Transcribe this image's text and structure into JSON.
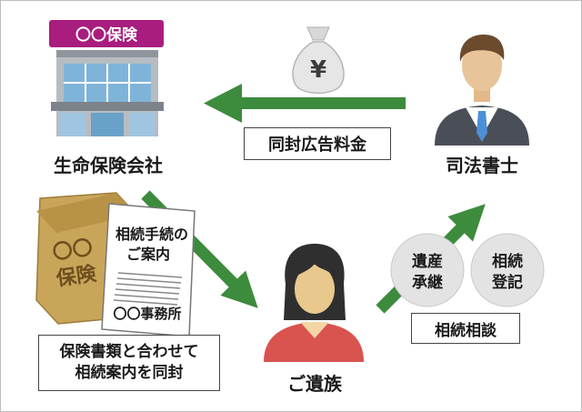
{
  "insurance_sign": "〇〇保険",
  "insurance_company": "生命保険会社",
  "judicial_scrivener": "司法書士",
  "ad_fee": "同封広告料金",
  "yen_symbol": "¥",
  "envelope_text": "〇〇\n保険",
  "document": {
    "title_line1": "相続手続の",
    "title_line2": "ご案内",
    "office": "〇〇事務所"
  },
  "enclosure_note": {
    "line1": "保険書類と合わせて",
    "line2": "相続案内を同封"
  },
  "bereaved_family": "ご遺族",
  "bubble_left": {
    "line1": "遺産",
    "line2": "承継"
  },
  "bubble_right": {
    "line1": "相続",
    "line2": "登記"
  },
  "consultation": "相続相談",
  "colors": {
    "arrow_green": "#3d8b3d",
    "sign_magenta": "#a81d7e",
    "building_gray": "#9aa0a6",
    "suit_gray": "#4a4e57",
    "tie_blue": "#4d8fd6",
    "skin_beige": "#e8c88c",
    "shirt_red": "#d9534f",
    "envelope_tan": "#c9a55a"
  },
  "icons": [
    "building-icon",
    "money-bag-icon",
    "businessman-icon",
    "woman-icon",
    "envelope-icon",
    "document-icon"
  ]
}
